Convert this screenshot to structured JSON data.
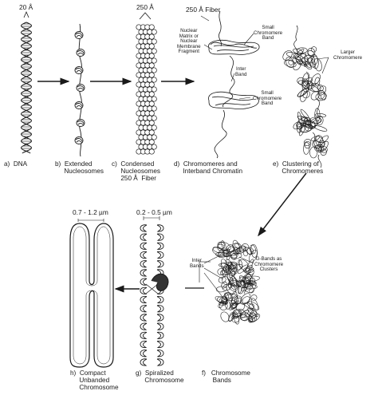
{
  "dimensions": {
    "dna": "20 Å",
    "fiber_250": "250 Å",
    "fiber_label": "250 Å Fiber",
    "chromosome_width": "0.7 - 1.2 µm",
    "spiral_width": "0.2 - 0.5 µm"
  },
  "annotations": {
    "nuclear_matrix": "Nuclear\nMatrix or\nNuclear\nMembrane\nFragment",
    "small_chromomere_top": "Small\nChromomere\nBand",
    "inter_band_d": "Inter\nBand",
    "small_chromomere_bottom": "Small\nChromomere\nBand",
    "larger_chromomere": "Larger\nChromomere",
    "inter_bands_f": "Inter\nBands",
    "g_bands": "G-Bands as\nChromomere\nClusters"
  },
  "stages": {
    "a": "a)  DNA",
    "b": "b)  Extended\n     Nucleosomes",
    "c": "c)  Condensed\n     Nucleosomes\n     250 Å  Fiber",
    "d": "d)  Chromomeres and\n     Interband Chromatin",
    "e": "e)  Clustering of\n     Chromomeres",
    "f": "f)   Chromosome\n      Bands",
    "g": "g)  Spiralized\n     Chromosome",
    "h": "h)  Compact\n     Unbanded\n     Chromosome"
  }
}
